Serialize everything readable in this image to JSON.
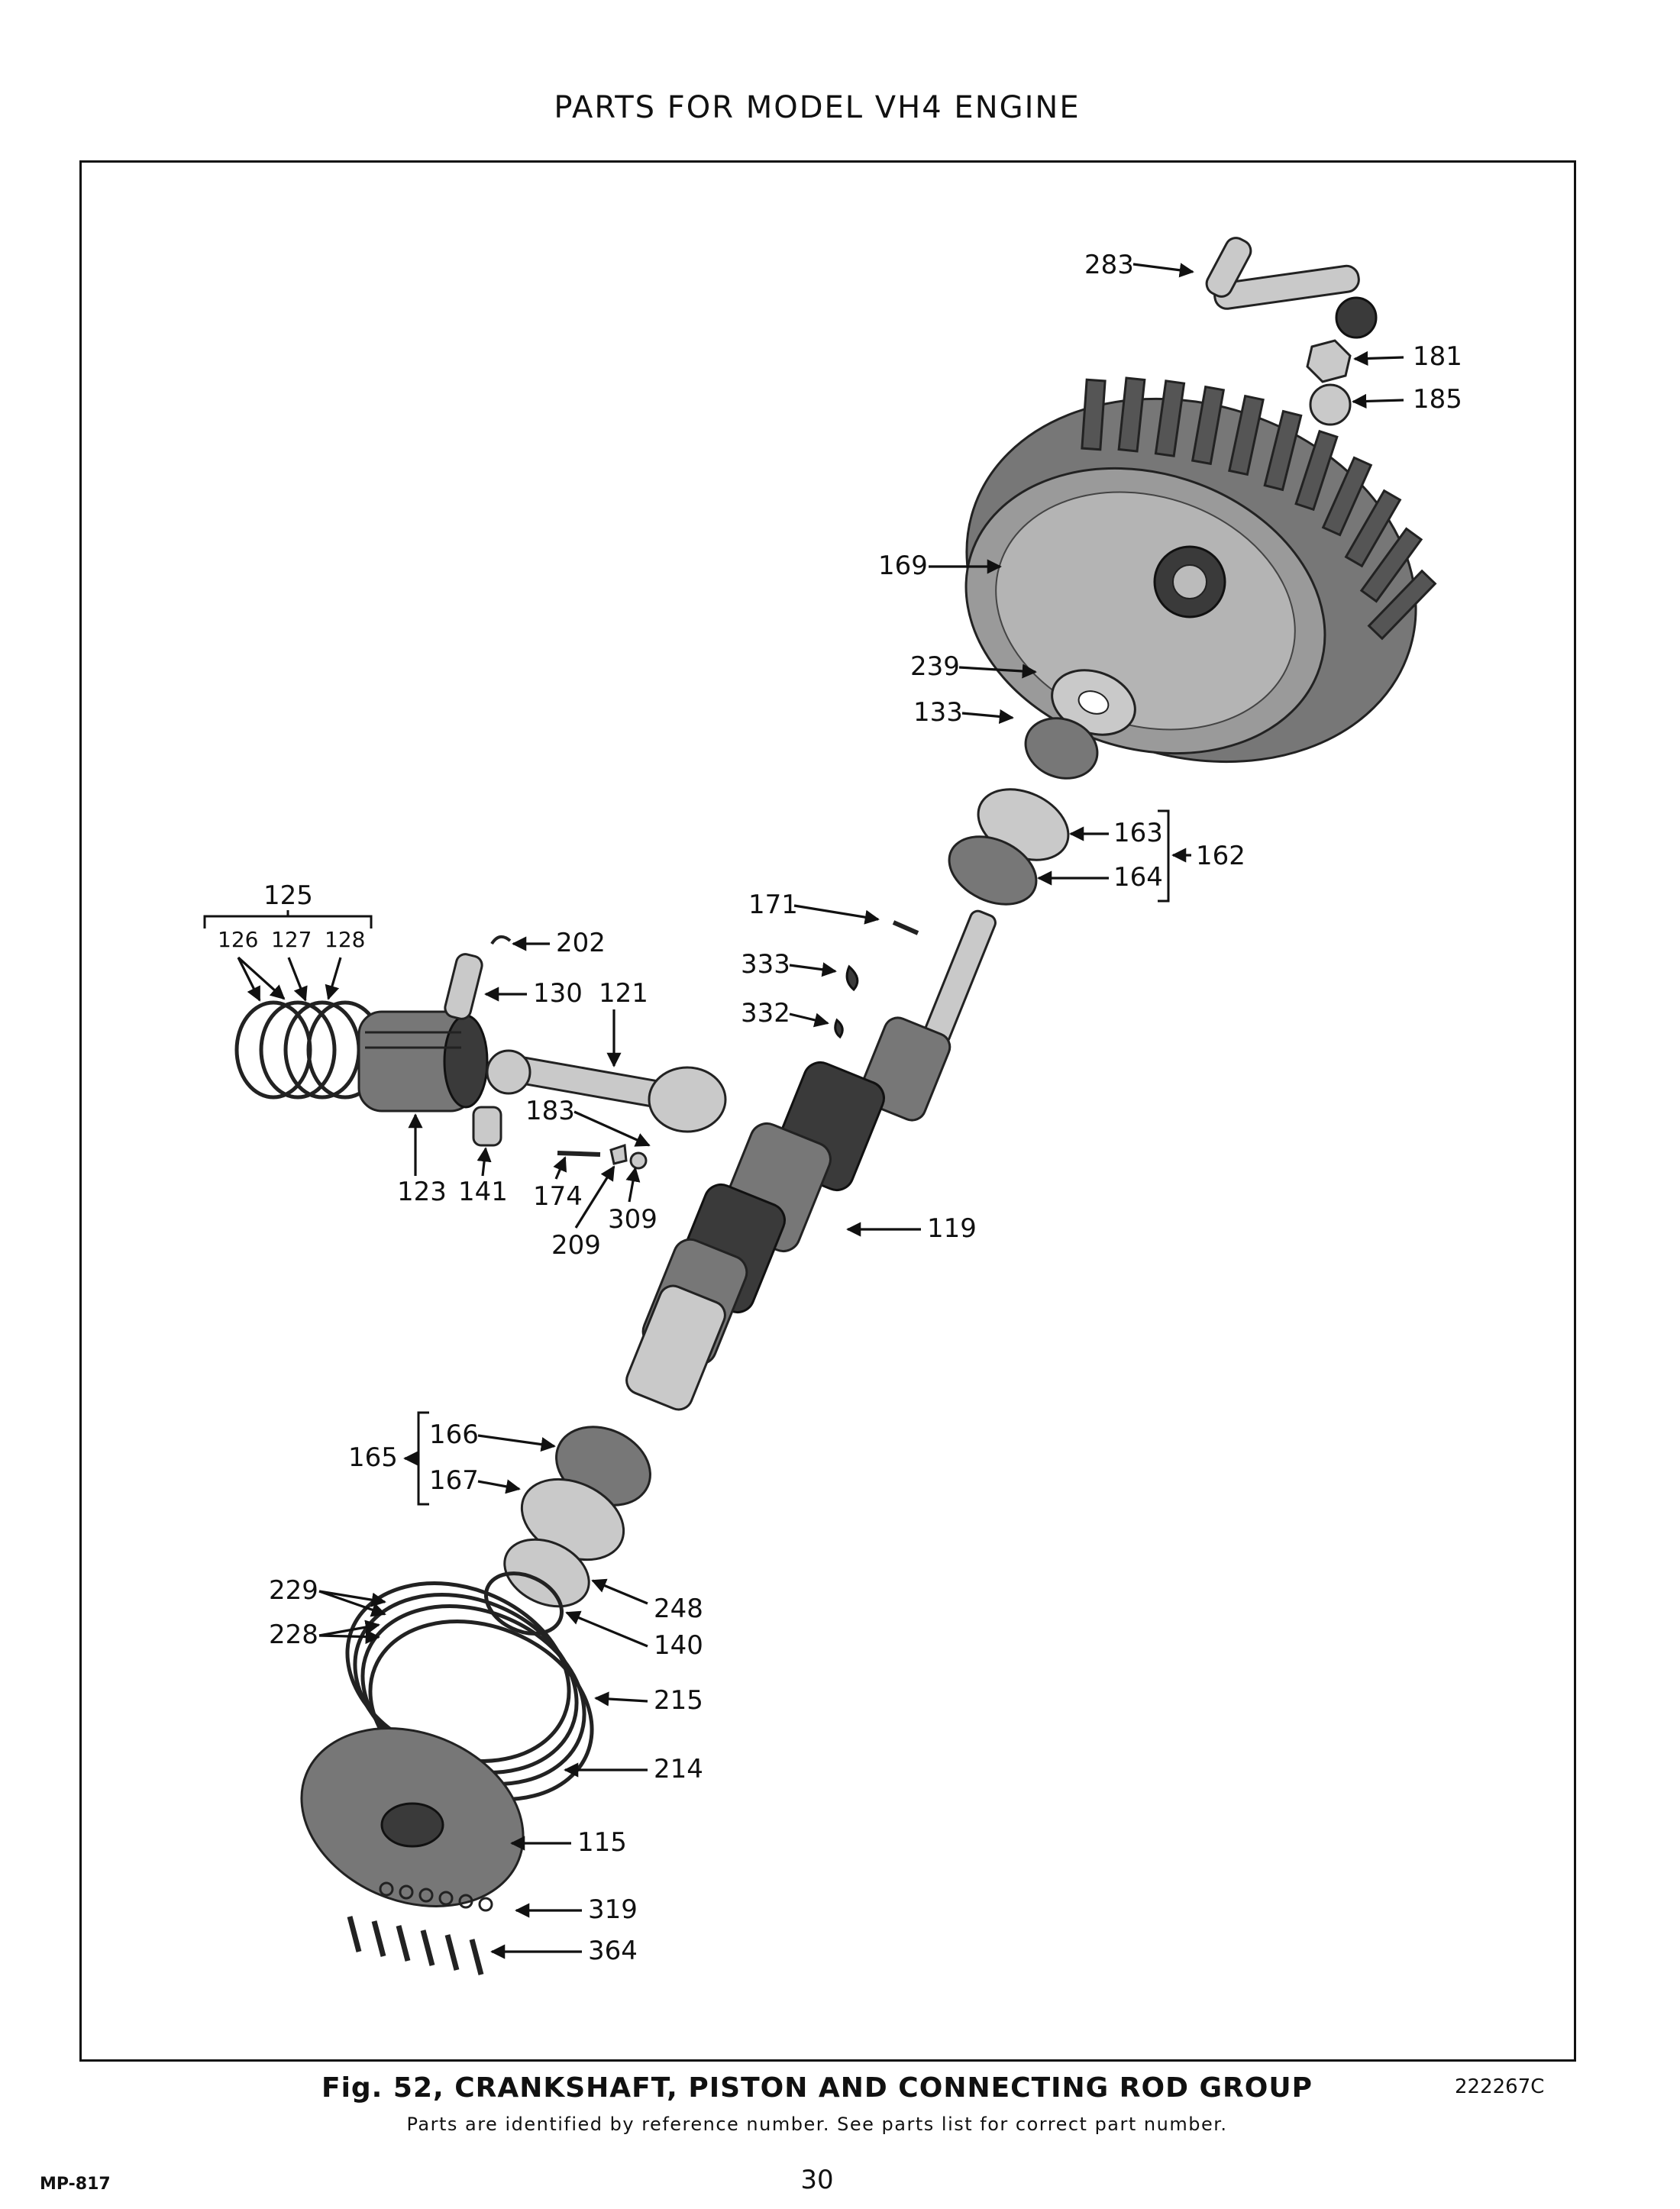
{
  "page_title": "PARTS FOR MODEL VH4 ENGINE",
  "caption": {
    "figure": "Fig. 52, CRANKSHAFT, PISTON AND CONNECTING ROD GROUP",
    "note": "Parts are identified by reference number. See parts list for correct part number.",
    "drawing_number": "222267C"
  },
  "footer": {
    "form_number": "MP-817",
    "page_number": "30"
  },
  "labels": {
    "l283": "283",
    "l181": "181",
    "l185": "185",
    "l169": "169",
    "l239": "239",
    "l133": "133",
    "l163": "163",
    "l164": "164",
    "l162": "162",
    "l171": "171",
    "l333": "333",
    "l332": "332",
    "l125": "125",
    "l126": "126",
    "l127": "127",
    "l128": "128",
    "l202": "202",
    "l130": "130",
    "l121": "121",
    "l183": "183",
    "l123": "123",
    "l141": "141",
    "l174": "174",
    "l309": "309",
    "l209": "209",
    "l119": "119",
    "l165": "165",
    "l166": "166",
    "l167": "167",
    "l229": "229",
    "l228": "228",
    "l248": "248",
    "l140": "140",
    "l215": "215",
    "l214": "214",
    "l115": "115",
    "l319": "319",
    "l364": "364"
  }
}
